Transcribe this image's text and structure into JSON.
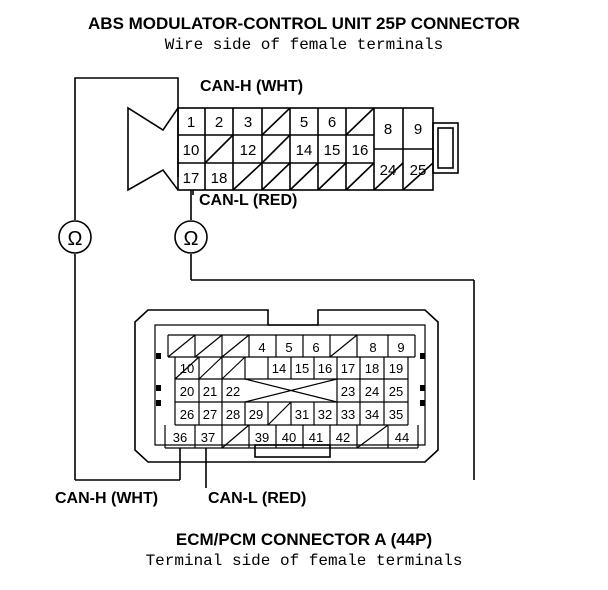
{
  "top_connector": {
    "title": "ABS MODULATOR-CONTROL UNIT 25P CONNECTOR",
    "subtitle": "Wire side of female terminals",
    "pin_label_canh": "CAN-H (WHT)",
    "pin_label_canl": "CAN-L (RED)",
    "pins": {
      "row1": [
        "1",
        "2",
        "3",
        "",
        "5",
        "6",
        ""
      ],
      "row2": [
        "10",
        "",
        "12",
        "",
        "14",
        "15",
        "16"
      ],
      "row3": [
        "17",
        "18",
        "",
        "",
        "",
        "",
        ""
      ],
      "right_top": [
        "8",
        "9"
      ],
      "right_bottom": [
        "24",
        "25"
      ]
    }
  },
  "bottom_connector": {
    "title": "ECM/PCM CONNECTOR A (44P)",
    "subtitle": "Terminal side of female terminals",
    "wire_label_canh": "CAN-H (WHT)",
    "wire_label_canl": "CAN-L (RED)",
    "pins": {
      "row1": [
        "",
        "",
        "",
        "4",
        "5",
        "6",
        "",
        "8",
        "9"
      ],
      "row2": [
        "10",
        "",
        "",
        "14",
        "15",
        "16",
        "17",
        "18",
        "19"
      ],
      "row3": [
        "20",
        "21",
        "22",
        "",
        "",
        "",
        "23",
        "24",
        "25"
      ],
      "row4": [
        "26",
        "27",
        "28",
        "29",
        "",
        "31",
        "32",
        "33",
        "34",
        "35"
      ],
      "row5": [
        "36",
        "37",
        "",
        "39",
        "40",
        "41",
        "42",
        "",
        "44"
      ]
    }
  },
  "meters": [
    {
      "symbol": "Ω"
    },
    {
      "symbol": "Ω"
    }
  ]
}
